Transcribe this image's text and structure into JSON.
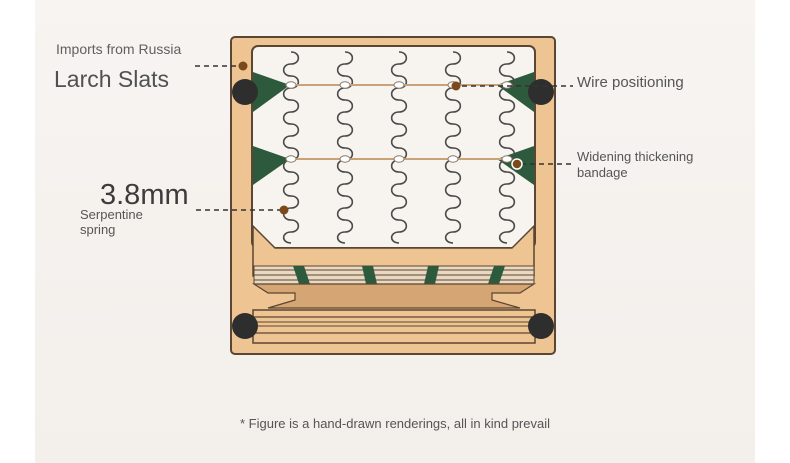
{
  "labels": {
    "imports": "Imports from Russia",
    "larch": "Larch Slats",
    "wire": "Wire positioning",
    "bandage": "Widening thickening bandage",
    "thickness": "3.8mm",
    "spring": "Serpentine spring"
  },
  "note": "* Figure is a hand-drawn renderings, all in kind prevail",
  "colors": {
    "frame": "#efc493",
    "frame_stroke": "#5a4632",
    "panel": "#f7f4ef",
    "corner_green": "#2d5a3c",
    "bolt": "#2e2e2e",
    "marker": "#7a4a1a",
    "wire": "#c9a27a",
    "slat": "#d5a574"
  }
}
